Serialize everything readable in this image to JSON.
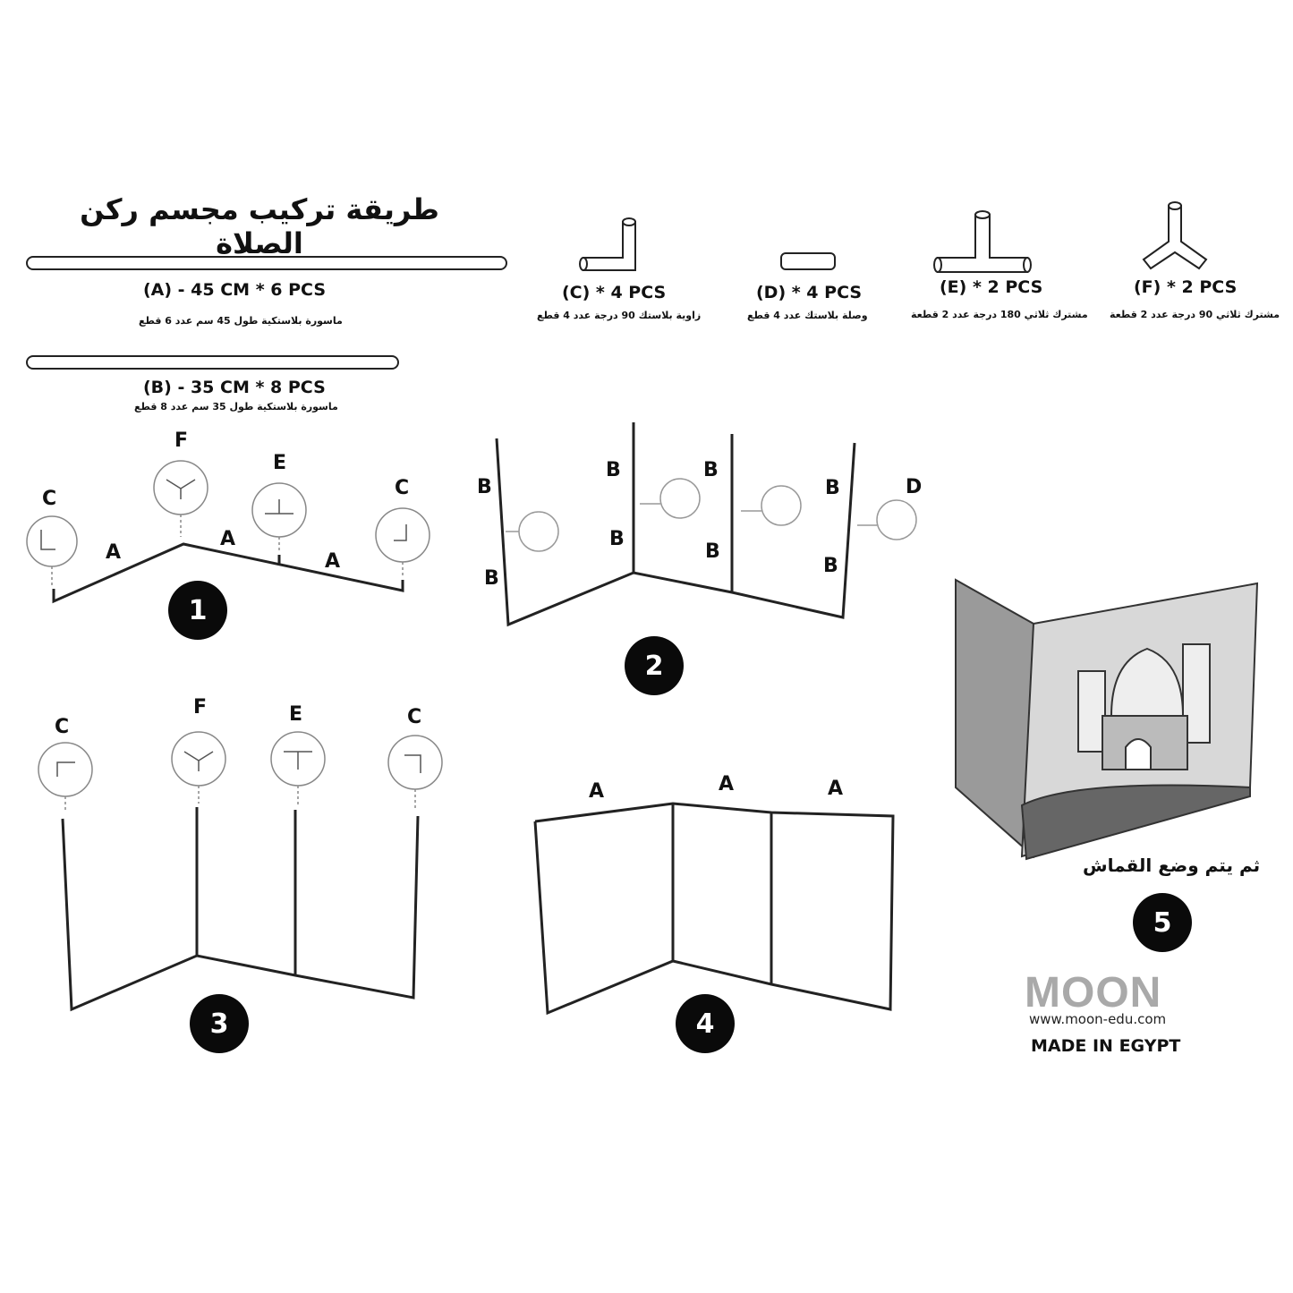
{
  "title": "طريقة تركيب مجسم ركن الصلاة",
  "parts": {
    "a": {
      "label": "(A)  - 45 CM * 6 PCS",
      "desc": "ماسورة بلاستكية طول 45 سم عدد 6 قطع"
    },
    "b": {
      "label": "(B) - 35 CM * 8 PCS",
      "desc": "ماسورة بلاستكية طول 35 سم عدد 8 قطع"
    },
    "c": {
      "label": "(C)  * 4 PCS",
      "desc": "زاوية بلاستك 90 درجة عدد 4 قطع"
    },
    "d": {
      "label": "(D)  * 4 PCS",
      "desc": "وصلة بلاستك عدد 4 قطع"
    },
    "e": {
      "label": "(E)  * 2 PCS",
      "desc": "مشترك ثلاثي 180 درجة عدد 2 قطعة"
    },
    "f": {
      "label": "(F)  * 2 PCS",
      "desc": "مشترك ثلاثي 90 درجة عدد 2 قطعة"
    }
  },
  "letters": {
    "a": "A",
    "b": "B",
    "c": "C",
    "d": "D",
    "e": "E",
    "f": "F"
  },
  "steps": {
    "s1": "1",
    "s2": "2",
    "s3": "3",
    "s4": "4",
    "s5": "5"
  },
  "final_caption": "ثم يتم وضع القماش",
  "brand": {
    "name": "MOON",
    "website": "www.moon-edu.com",
    "made_in": "MADE IN EGYPT"
  }
}
